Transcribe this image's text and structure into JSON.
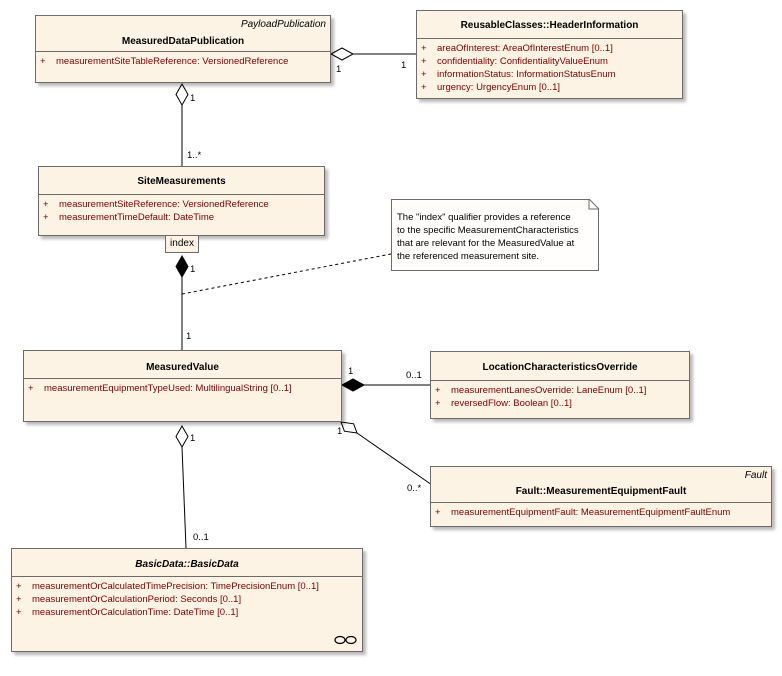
{
  "classes": {
    "measured_data_publication": {
      "stereotype": "PayloadPublication",
      "name": "MeasuredDataPublication",
      "attributes": [
        {
          "vis": "+",
          "text": "measurementSiteTableReference:  VersionedReference"
        }
      ]
    },
    "header_information": {
      "name": "ReusableClasses::HeaderInformation",
      "attributes": [
        {
          "vis": "+",
          "text": "areaOfInterest:  AreaOfInterestEnum [0..1]"
        },
        {
          "vis": "+",
          "text": "confidentiality:  ConfidentialityValueEnum"
        },
        {
          "vis": "+",
          "text": "informationStatus:  InformationStatusEnum"
        },
        {
          "vis": "+",
          "text": "urgency:  UrgencyEnum [0..1]"
        }
      ]
    },
    "site_measurements": {
      "name": "SiteMeasurements",
      "attributes": [
        {
          "vis": "+",
          "text": "measurementSiteReference:  VersionedReference"
        },
        {
          "vis": "+",
          "text": "measurementTimeDefault:  DateTime"
        }
      ],
      "qualifier": "index"
    },
    "measured_value": {
      "name": "MeasuredValue",
      "attributes": [
        {
          "vis": "+",
          "text": "measurementEquipmentTypeUsed:  MultilingualString [0..1]"
        }
      ]
    },
    "location_characteristics_override": {
      "name": "LocationCharacteristicsOverride",
      "attributes": [
        {
          "vis": "+",
          "text": "measurementLanesOverride:  LaneEnum [0..1]"
        },
        {
          "vis": "+",
          "text": "reversedFlow:  Boolean [0..1]"
        }
      ]
    },
    "measurement_equipment_fault": {
      "stereotype": "Fault",
      "name": "Fault::MeasurementEquipmentFault",
      "attributes": [
        {
          "vis": "+",
          "text": "measurementEquipmentFault:  MeasurementEquipmentFaultEnum"
        }
      ]
    },
    "basic_data": {
      "name": "BasicData::BasicData",
      "attributes": [
        {
          "vis": "+",
          "text": "measurementOrCalculatedTimePrecision:  TimePrecisionEnum [0..1]"
        },
        {
          "vis": "+",
          "text": "measurementOrCalculationPeriod:  Seconds [0..1]"
        },
        {
          "vis": "+",
          "text": "measurementOrCalculationTime:  DateTime [0..1]"
        }
      ]
    }
  },
  "note": {
    "lines": [
      "The \"index\" qualifier provides a reference",
      "to the specific MeasurementCharacteristics",
      "that are relevant for the MeasuredValue at",
      "the referenced measurement site."
    ]
  },
  "multiplicities": {
    "pub_header_pub_end": "1",
    "pub_header_header_end": "1",
    "pub_site_pub_end": "1",
    "pub_site_site_end": "1..*",
    "site_value_site_end": "1",
    "site_value_value_end": "1",
    "value_location_value_end": "1",
    "value_location_location_end": "0..1",
    "value_fault_value_end": "1",
    "value_fault_fault_end": "0..*",
    "value_basic_value_end": "1",
    "value_basic_basic_end": "0..1"
  },
  "colors": {
    "class_fill": "#fdf3e4",
    "border": "#6b6b6b",
    "attribute_text": "#7a0000"
  }
}
